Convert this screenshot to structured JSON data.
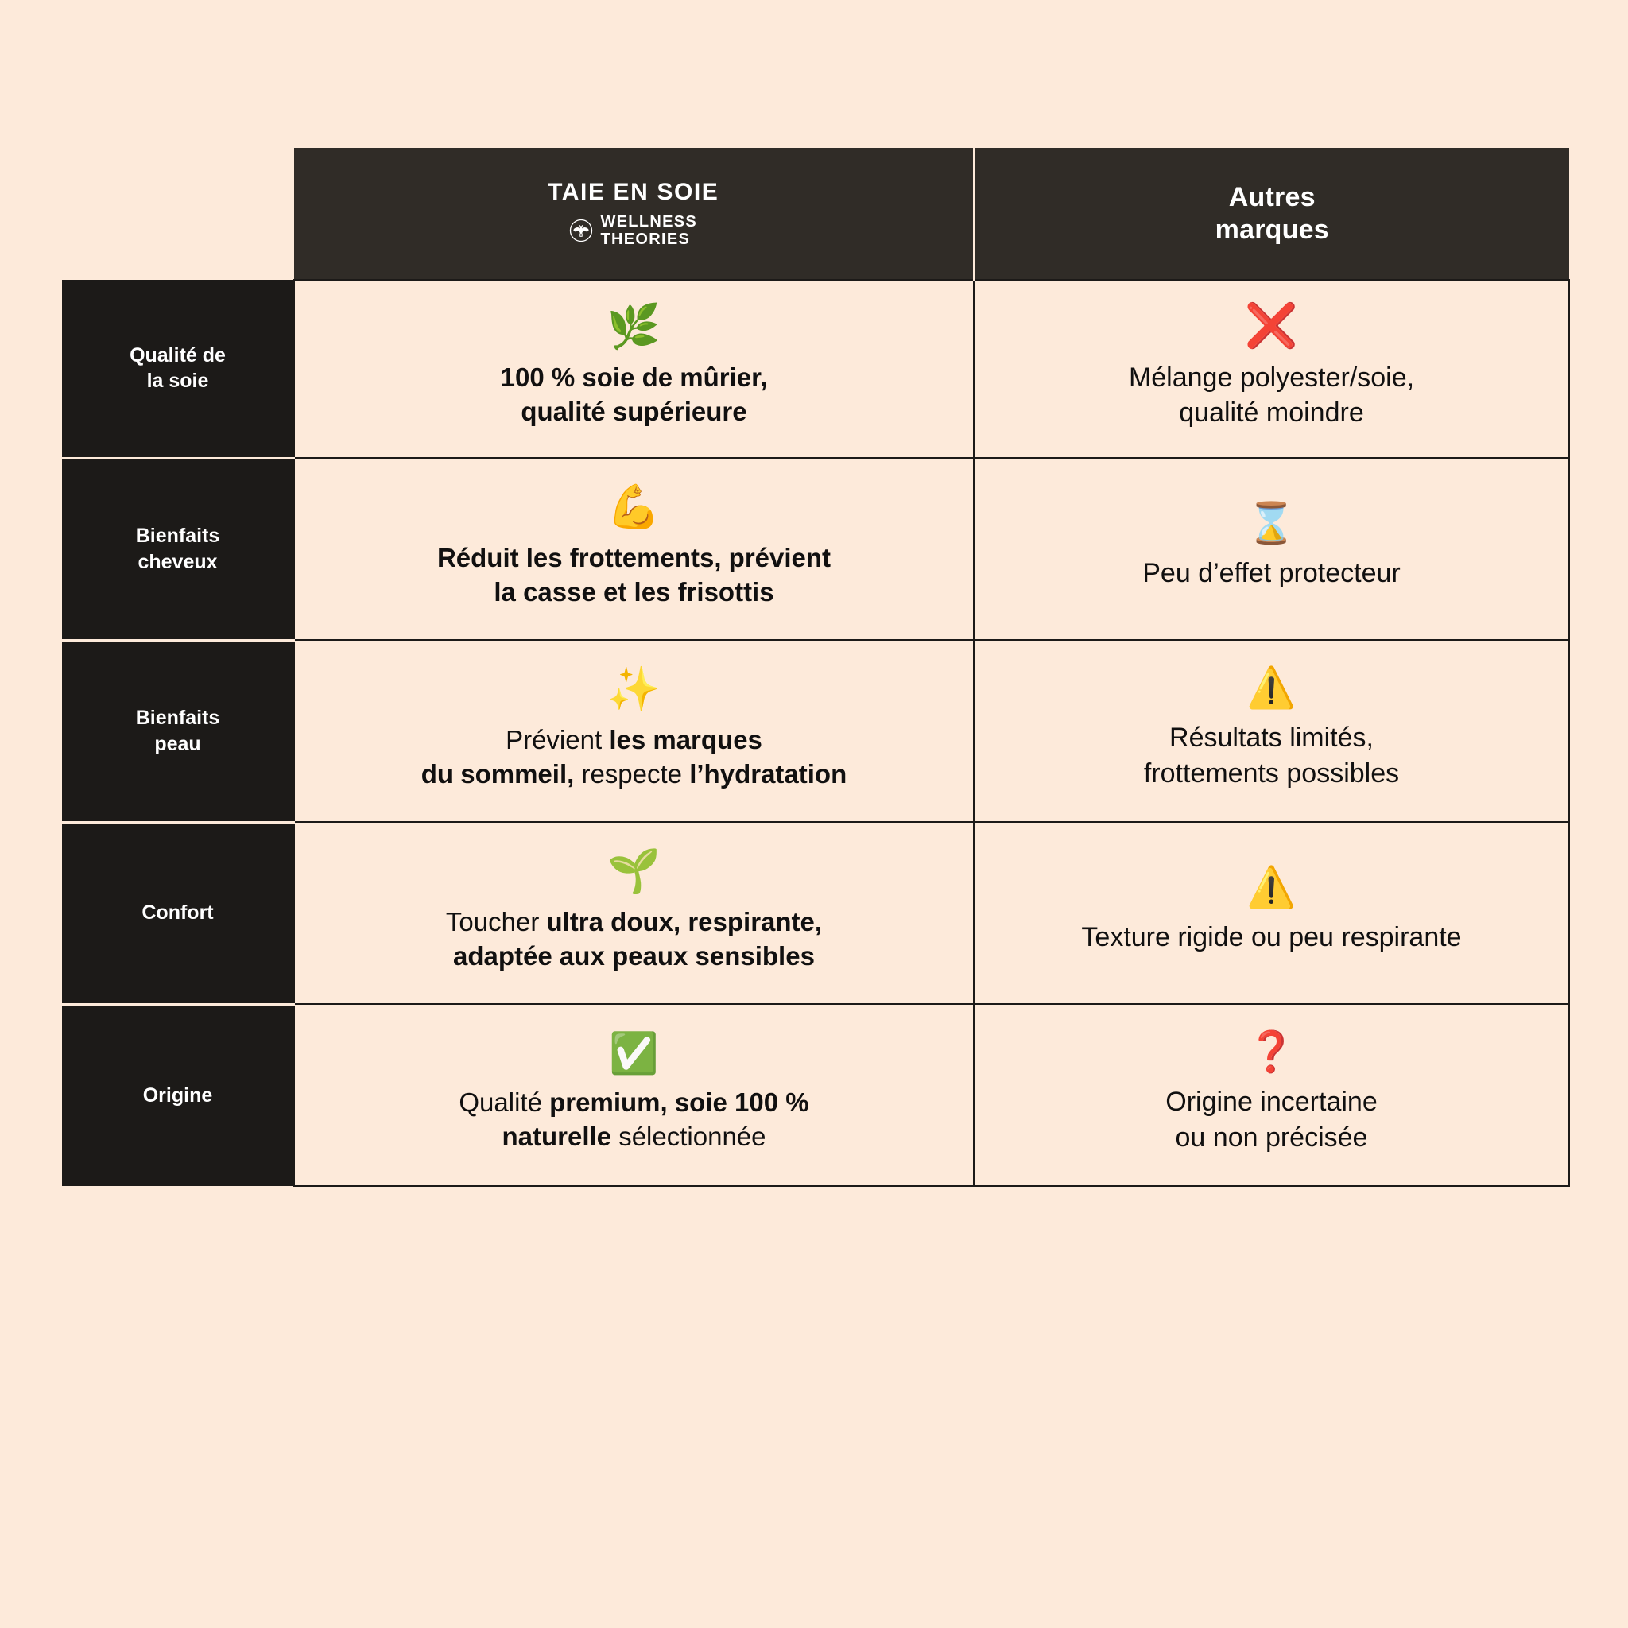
{
  "page": {
    "background_color": "#fdeada",
    "dark_color": "#1c1a18",
    "header_color": "#302c27",
    "text_color": "#111010"
  },
  "header": {
    "spacer_label": "",
    "brand": {
      "title": "TAIE EN SOIE",
      "logo_icon": "bee-emblem-icon",
      "logo_line1": "WELLNESS",
      "logo_line2": "THEORIES"
    },
    "others": {
      "line1": "Autres",
      "line2": "marques"
    }
  },
  "rows": [
    {
      "label_line1": "Qualité de",
      "label_line2": "la soie",
      "brand": {
        "icon": "herb-leaf-icon",
        "icon_glyph": "🌿",
        "text_html": "100 % soie de mûrier,<br>qualité supérieure",
        "text_plain": "100 % soie de mûrier, qualité supérieure",
        "weight": "bold"
      },
      "others": {
        "icon": "red-cross-mark-icon",
        "icon_glyph": "❌",
        "text_html": "Mélange polyester/soie,<br>qualité moindre",
        "text_plain": "Mélange polyester/soie, qualité moindre"
      }
    },
    {
      "label_line1": "Bienfaits",
      "label_line2": "cheveux",
      "brand": {
        "icon": "flexed-biceps-icon",
        "icon_glyph": "💪",
        "text_html": "Réduit les frottements, prévient<br>la casse et les frisottis",
        "text_plain": "Réduit les frottements, prévient la casse et les frisottis",
        "weight": "bold"
      },
      "others": {
        "icon": "hourglass-icon",
        "icon_glyph": "⌛",
        "text_html": "Peu d’effet protecteur",
        "text_plain": "Peu d’effet protecteur"
      }
    },
    {
      "label_line1": "Bienfaits",
      "label_line2": "peau",
      "brand": {
        "icon": "sparkles-icon",
        "icon_glyph": "✨",
        "text_html": "Prévient <b>les marques</b><br><b>du sommeil,</b> respecte <b>l’hydratation</b>",
        "text_plain": "Prévient les marques du sommeil, respecte l’hydratation",
        "weight": "mixed"
      },
      "others": {
        "icon": "warning-triangle-icon",
        "icon_glyph": "⚠️",
        "text_html": "Résultats limités,<br>frottements possibles",
        "text_plain": "Résultats limités, frottements possibles"
      }
    },
    {
      "label_line1": "Confort",
      "label_line2": "",
      "brand": {
        "icon": "seedling-icon",
        "icon_glyph": "🌱",
        "text_html": "Toucher <b>ultra doux, respirante,</b><br><b>adaptée aux peaux sensibles</b>",
        "text_plain": "Toucher ultra doux, respirante, adaptée aux peaux sensibles",
        "weight": "mixed"
      },
      "others": {
        "icon": "warning-triangle-icon",
        "icon_glyph": "⚠️",
        "text_html": "Texture rigide ou peu respirante",
        "text_plain": "Texture rigide ou peu respirante"
      }
    },
    {
      "label_line1": "Origine",
      "label_line2": "",
      "brand": {
        "icon": "green-check-mark-icon",
        "icon_glyph": "✅",
        "text_html": "Qualité <b>premium, soie 100 %</b><br><b>naturelle</b> sélectionnée",
        "text_plain": "Qualité premium, soie 100 % naturelle sélectionnée",
        "weight": "mixed"
      },
      "others": {
        "icon": "red-question-mark-icon",
        "icon_glyph": "❓",
        "text_html": "Origine incertaine<br>ou non précisée",
        "text_plain": "Origine incertaine ou non précisée"
      }
    }
  ]
}
